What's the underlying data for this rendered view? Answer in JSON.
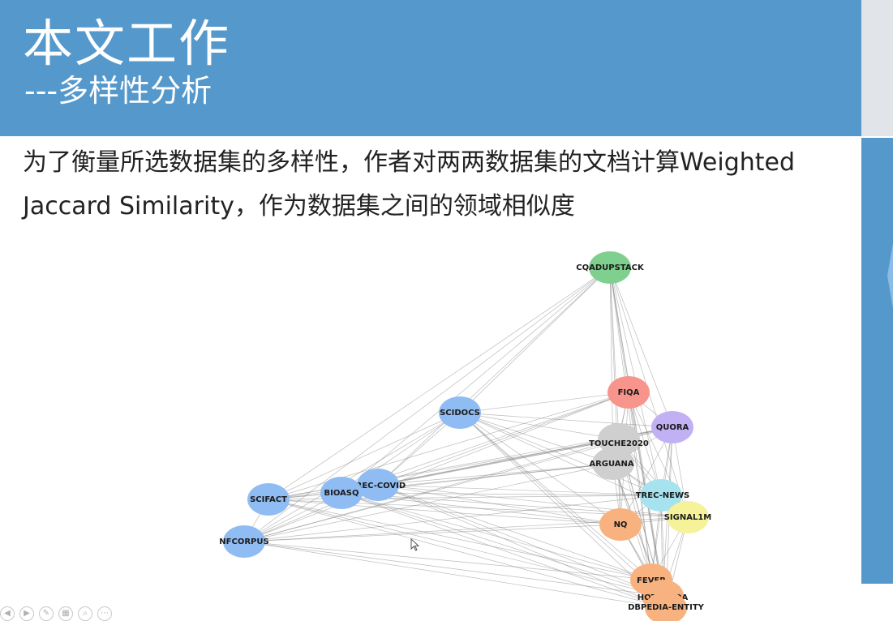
{
  "slide": {
    "title": "本文工作",
    "subtitle": "---多样性分析",
    "body": "为了衡量所选数据集的多样性，作者对两两数据集的文档计算Weighted Jaccard Similarity，作为数据集之间的领域相似度"
  },
  "graph": {
    "nodes": [
      {
        "id": "cqadupstack",
        "label": "CQADUPSTACK",
        "color": "#7fcf8f"
      },
      {
        "id": "fiqa",
        "label": "FIQA",
        "color": "#f7958d"
      },
      {
        "id": "scidocs",
        "label": "SCIDOCS",
        "color": "#8fbcf2"
      },
      {
        "id": "quora",
        "label": "QUORA",
        "color": "#c2b0f4"
      },
      {
        "id": "touche2020",
        "label": "TOUCHE2020",
        "color": "#cfcfcf"
      },
      {
        "id": "arguana",
        "label": "ARGUANA",
        "color": "#cfcfcf"
      },
      {
        "id": "trec-covid",
        "label": "TREC-COVID",
        "color": "#8fbcf2"
      },
      {
        "id": "bioasq",
        "label": "BIOASQ",
        "color": "#8fbcf2"
      },
      {
        "id": "scifact",
        "label": "SCIFACT",
        "color": "#8fbcf2"
      },
      {
        "id": "trec-news",
        "label": "TREC-NEWS",
        "color": "#a7e3ee"
      },
      {
        "id": "signal1m",
        "label": "SIGNAL1M",
        "color": "#f6f29a"
      },
      {
        "id": "nq",
        "label": "NQ",
        "color": "#f8b27f"
      },
      {
        "id": "nfcorpus",
        "label": "NFCORPUS",
        "color": "#8fbcf2"
      },
      {
        "id": "fever",
        "label": "FEVER",
        "color": "#f8b27f"
      },
      {
        "id": "hotpotqa",
        "label": "HOTPOTQA",
        "color": "#f8b27f"
      },
      {
        "id": "dbpedia-entity",
        "label": "DBPEDIA-ENTITY",
        "color": "#f8b27f"
      }
    ]
  },
  "toolbar": {
    "icons": [
      "back-icon",
      "forward-icon",
      "pen-icon",
      "slides-icon",
      "zoom-icon",
      "more-icon"
    ]
  }
}
